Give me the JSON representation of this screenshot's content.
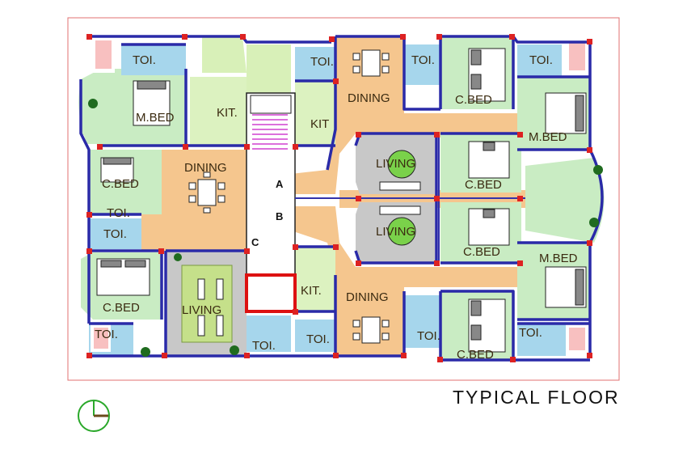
{
  "title": "TYPICAL FLOOR",
  "rooms": {
    "toi_1": "TOI.",
    "toi_2": "TOI.",
    "toi_3": "TOI.",
    "toi_4": "TOI.",
    "toi_5": "TOI.",
    "toi_6": "TOI.",
    "toi_7": "TOI.",
    "toi_8": "TOI.",
    "toi_9": "TOI.",
    "toi_10": "TOI.",
    "toi_11": "TOI.",
    "mbed_1": "M.BED",
    "mbed_2": "M.BED",
    "mbed_3": "M.BED",
    "kit_1": "KIT.",
    "kit_2": "KIT",
    "kit_3": "KIT.",
    "dining_1": "DINING",
    "dining_2": "DINING",
    "dining_3": "DINING",
    "cbed_1": "C.BED",
    "cbed_2": "C.BED",
    "cbed_3": "C.BED",
    "cbed_4": "C.BED",
    "cbed_5": "C.BED",
    "cbed_6": "C.BED",
    "living_1": "LIVING",
    "living_2": "LIVING",
    "living_3": "LIVING"
  },
  "core": {
    "a": "A",
    "b": "B",
    "c": "C"
  },
  "colors": {
    "wall": "#2a2aa8",
    "dining": "#f5c68e",
    "bed": "#c9ecc3",
    "toilet": "#9fd0e6",
    "kitchen": "#d8f0b8",
    "living": "#c8c8c8",
    "column": "#dd2222",
    "border": "#e07070"
  }
}
